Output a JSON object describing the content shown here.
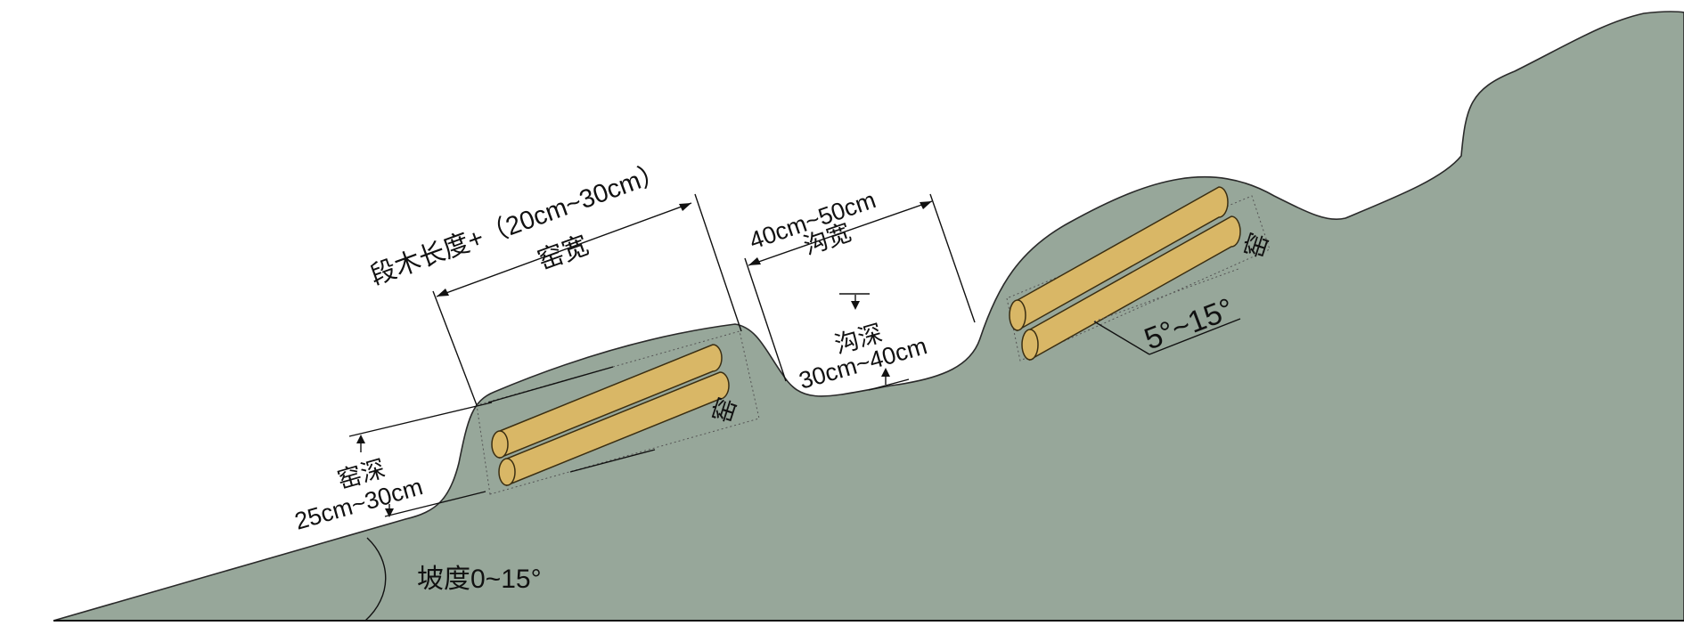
{
  "colors": {
    "ground": "#97a79a",
    "ground_outline": "#2a2a2a",
    "log_fill": "#d9b766",
    "log_outline": "#3a2e12",
    "line": "#111111",
    "background": "#ffffff"
  },
  "labels": {
    "pit_width_formula": "段木长度+（20cm~30cm）",
    "pit_width": "窑宽",
    "trench_width_value": "40cm~50cm",
    "trench_width": "沟宽",
    "trench_depth": "沟深",
    "trench_depth_value": "30cm~40cm",
    "pit_depth": "窑深",
    "pit_depth_value": "25cm~30cm",
    "pit_left": "窑",
    "pit_right": "窑",
    "slope": "坡度0~15°",
    "log_angle": "5°~15°"
  }
}
